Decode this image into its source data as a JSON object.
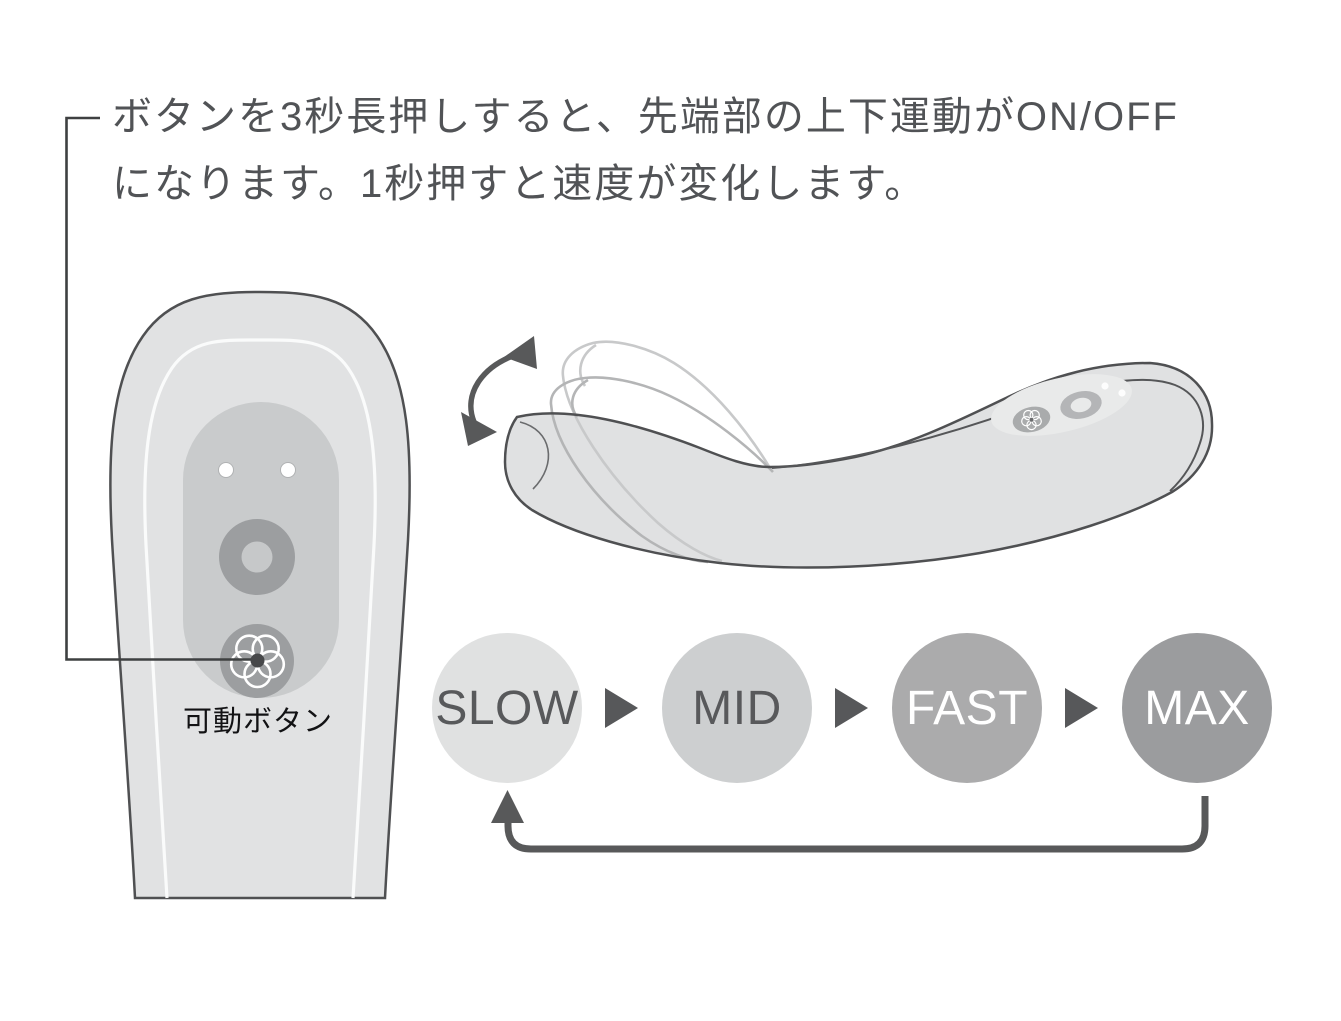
{
  "instruction": {
    "line1": "ボタンを3秒長押しすると、先端部の上下運動がON/OFF",
    "line2": "になります。1秒押すと速度が変化します。"
  },
  "front_device": {
    "button_label": "可動ボタン",
    "buttons": [
      "indicator-dots",
      "power-ring-button",
      "flower-movable-button"
    ]
  },
  "side_device": {
    "description": "tip swings up and down",
    "buttons": [
      "flower-movable-button",
      "power-ring-button",
      "indicator-dots"
    ]
  },
  "speed_sequence": {
    "steps": [
      {
        "label": "SLOW",
        "fill": "#e0e1e1",
        "text": "#58595b"
      },
      {
        "label": "MID",
        "fill": "#cdcfd0",
        "text": "#58595b"
      },
      {
        "label": "FAST",
        "fill": "#ababac",
        "text": "#ffffff"
      },
      {
        "label": "MAX",
        "fill": "#9b9c9e",
        "text": "#ffffff"
      }
    ],
    "separator_icon": "arrow-right-triangle",
    "loop_note": "MAX loops back to SLOW"
  },
  "colors": {
    "device_body": "#e1e2e3",
    "device_panel": "#c9cbcc",
    "device_button": "#9c9ea0",
    "ghost_outline_light": "#c8c9ca",
    "ghost_outline_mid": "#b4b5b6",
    "line_art": "#4f5052",
    "arrow": "#58595a",
    "headline_text": "#515356"
  }
}
